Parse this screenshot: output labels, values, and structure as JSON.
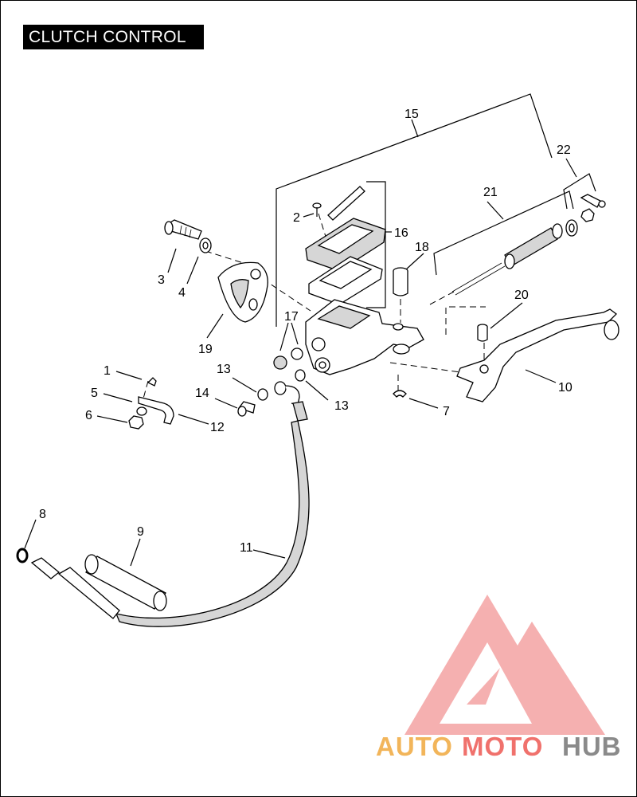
{
  "title": "CLUTCH CONTROL",
  "callouts": [
    "1",
    "2",
    "3",
    "4",
    "5",
    "6",
    "7",
    "8",
    "9",
    "10",
    "11",
    "12",
    "13",
    "13",
    "14",
    "15",
    "16",
    "17",
    "18",
    "19",
    "20",
    "21",
    "22"
  ],
  "watermark": {
    "text_auto": "AUTO",
    "text_moto": "MOTO",
    "text_hub": "HUB",
    "color_auto": "#f2b55a",
    "color_moto": "#f0716c",
    "color_hub": "#8a8a8a",
    "logo_color": "#f4a3a3"
  }
}
